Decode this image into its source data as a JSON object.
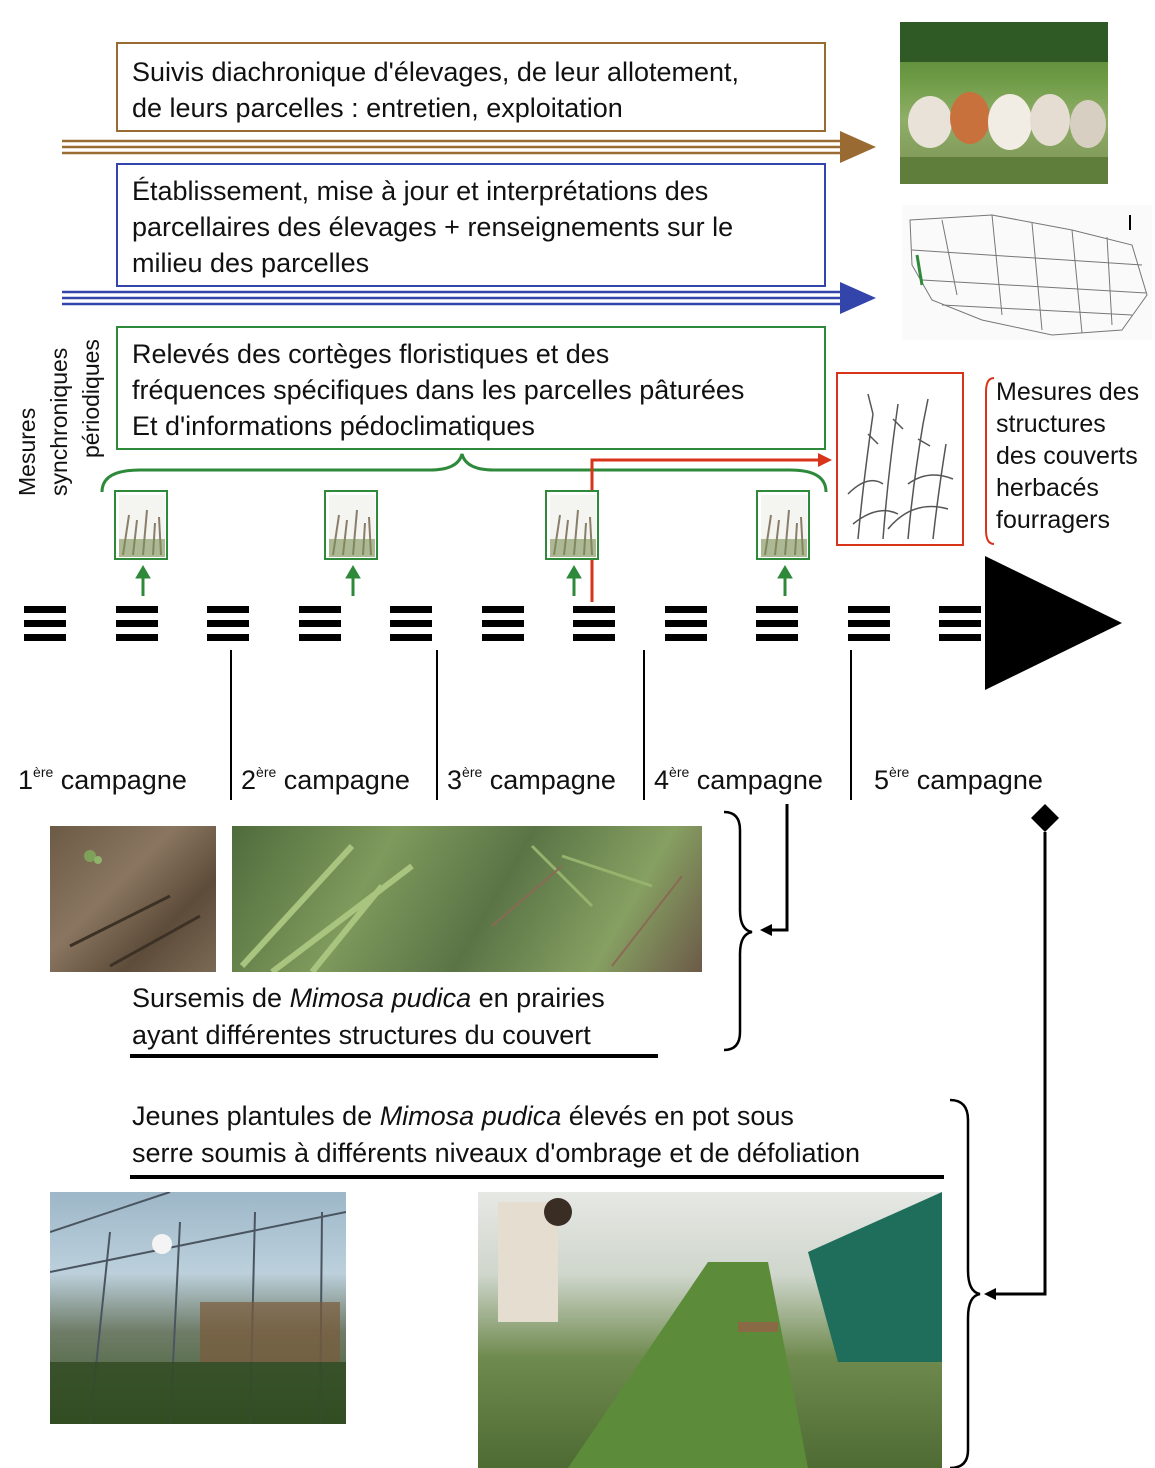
{
  "boxes": {
    "brown": [
      "Suivis diachronique d'élevages, de leur allotement,",
      "de leurs parcelles : entretien, exploitation"
    ],
    "blue": [
      "Établissement, mise à jour et interprétations des",
      "parcellaires des élevages + renseignements sur le",
      "milieu des parcelles"
    ],
    "green": [
      "Relevés des cortèges floristiques et des",
      "fréquences spécifiques dans les parcelles pâturées",
      "Et d'informations pédoclimatiques"
    ]
  },
  "vertical_label": [
    "Mesures",
    "synchroniques",
    "périodiques"
  ],
  "measure_label": [
    "Mesures des",
    "structures",
    "des couverts",
    "herbacés",
    "fourragers"
  ],
  "campaigns": [
    {
      "num": "1",
      "sup": "ère",
      "label": " campagne"
    },
    {
      "num": "2",
      "sup": "ère",
      "label": " campagne"
    },
    {
      "num": "3",
      "sup": "ère",
      "label": " campagne"
    },
    {
      "num": "4",
      "sup": "ère",
      "label": " campagne"
    },
    {
      "num": "5",
      "sup": "ère",
      "label": " campagne"
    }
  ],
  "caption1": {
    "line1_a": "Sursemis de ",
    "line1_b": "Mimosa pudica",
    "line1_c": " en prairies",
    "line2": "ayant différentes structures du couvert"
  },
  "caption2": {
    "line1_a": "Jeunes plantules de ",
    "line1_b": "Mimosa pudica",
    "line1_c": " élevés en pot sous",
    "line2": "serre soumis à différents niveaux d'ombrage et de défoliation"
  },
  "colors": {
    "brown": "#9a6a33",
    "blue": "#3344aa",
    "green": "#2e8a3a",
    "red": "#d9331a",
    "black": "#000000"
  }
}
